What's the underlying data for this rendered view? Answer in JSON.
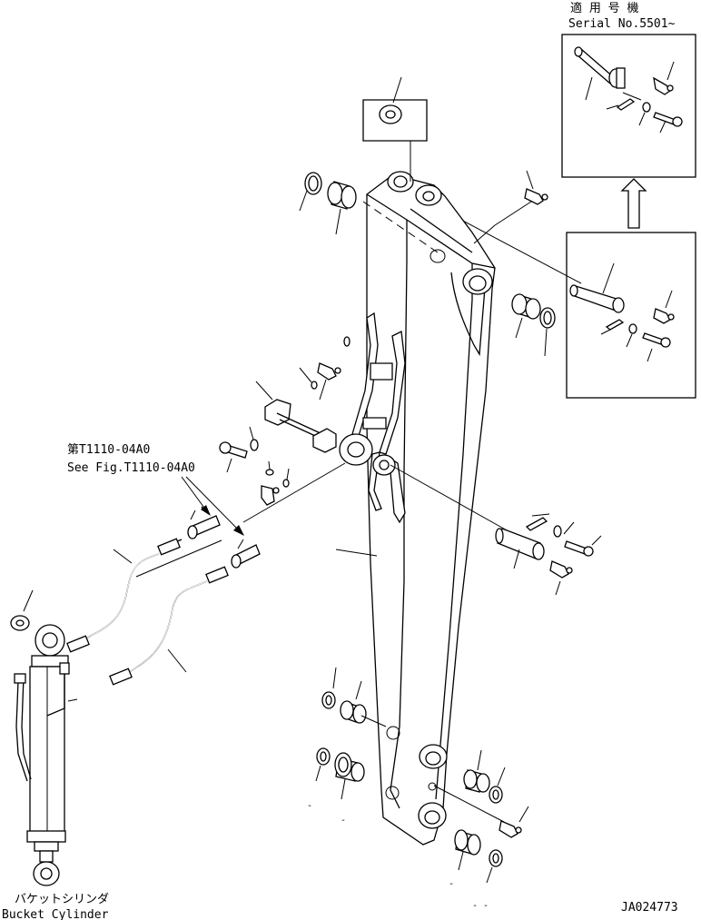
{
  "inset": {
    "applicable_label": "適 用 号 機",
    "serial_label": "Serial No.5501~"
  },
  "reference": {
    "jp": "第T1110-04A0",
    "en": "See Fig.T1110-04A0"
  },
  "bucket_cylinder": {
    "jp": "バケットシリンダ",
    "en": "Bucket Cylinder"
  },
  "figure_code": "JA024773"
}
